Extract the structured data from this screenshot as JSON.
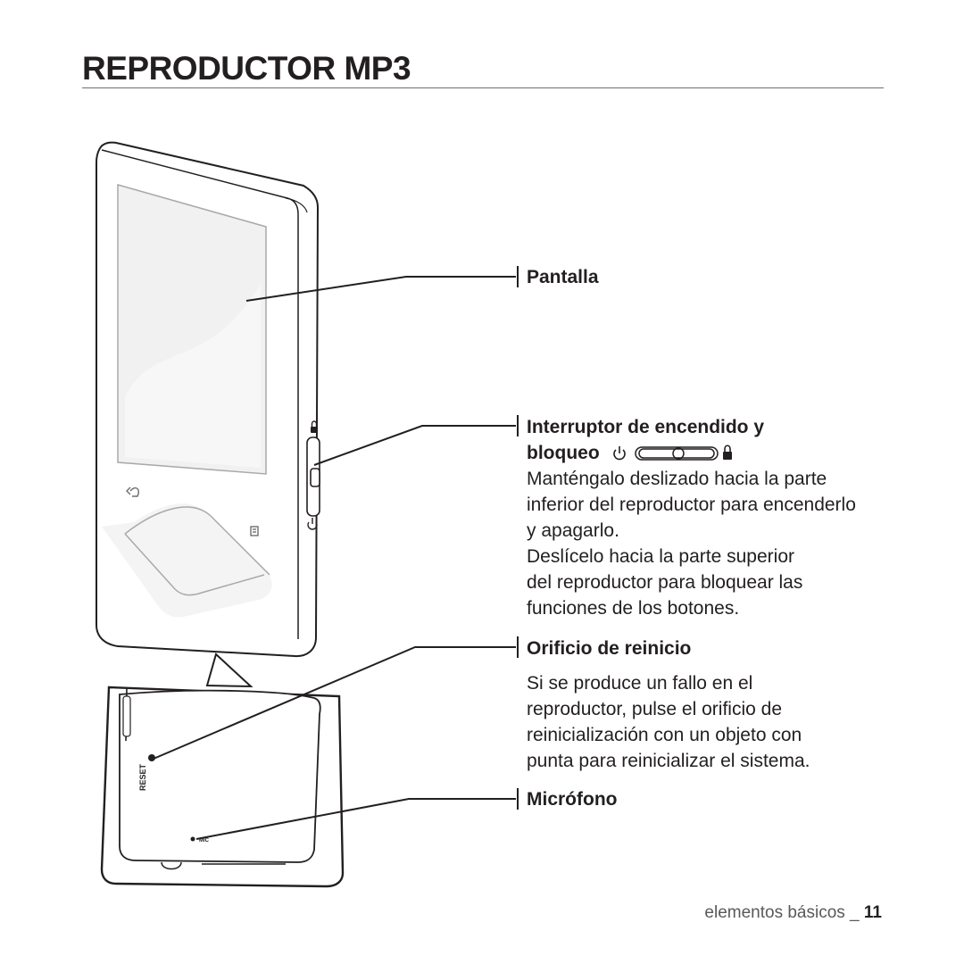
{
  "page": {
    "title": "REPRODUCTOR MP3"
  },
  "callouts": {
    "pantalla": {
      "heading": "Pantalla"
    },
    "interruptor": {
      "heading_line1": "Interruptor de encendido y",
      "heading_line2": "bloqueo",
      "body": [
        "Manténgalo deslizado hacia la parte",
        "inferior del reproductor para encenderlo",
        "y apagarlo.",
        "Deslícelo hacia la parte superior",
        "del reproductor para bloquear las",
        "funciones de los botones."
      ]
    },
    "reinicio": {
      "heading": "Orificio de reinicio",
      "body": [
        "Si se produce un fallo en el",
        "reproductor, pulse el orificio de",
        "reinicialización con un objeto con",
        "punta para reinicializar el sistema."
      ]
    },
    "microfono": {
      "heading": "Micrófono"
    }
  },
  "device_labels": {
    "reset": "RESET",
    "mic": "MIC"
  },
  "footer": {
    "section": "elementos básicos _ ",
    "page_number": "11"
  },
  "icons": {
    "power": "power-icon",
    "lock": "lock-icon",
    "back": "back-icon",
    "menu": "menu-icon"
  }
}
